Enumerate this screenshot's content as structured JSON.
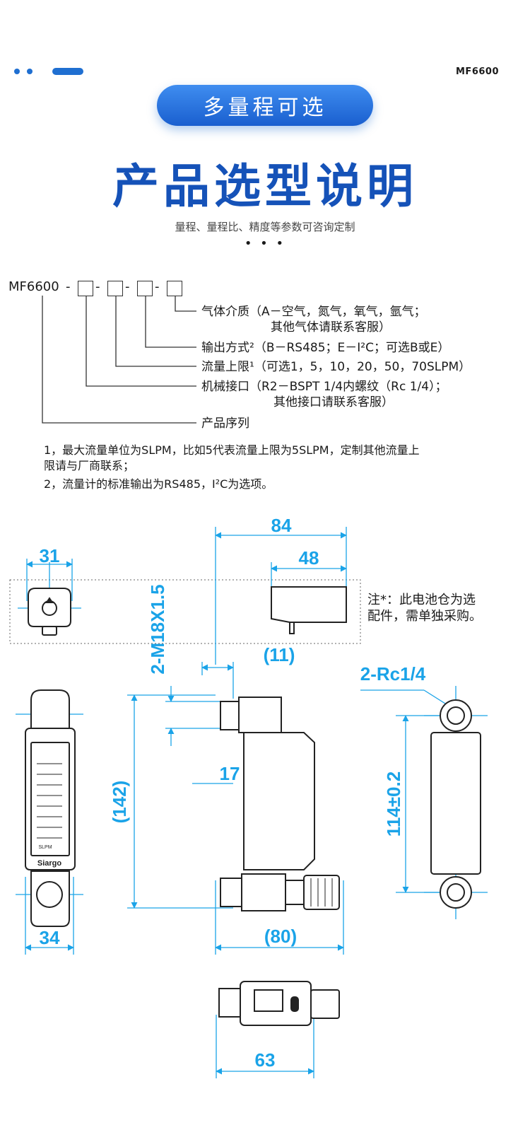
{
  "header": {
    "model_tag": "MF6600"
  },
  "capsule": {
    "label": "多量程可选"
  },
  "title": {
    "main": "产品选型说明",
    "subtitle": "量程、量程比、精度等参数可咨询定制"
  },
  "code": {
    "prefix": "MF6600",
    "options": [
      {
        "line1": "气体介质（A－空气，氮气，氧气，氩气；",
        "line2": "其他气体请联系客服）"
      },
      {
        "line1": "输出方式²（B－RS485；E－I²C；可选B或E）"
      },
      {
        "line1": "流量上限¹（可选1，5，10，20，50，70SLPM）"
      },
      {
        "line1": "机械接口（R2－BSPT 1/4内螺纹（Rc 1/4）；",
        "line2": "其他接口请联系客服）"
      },
      {
        "line1": "产品序列"
      }
    ]
  },
  "notes": [
    {
      "line1": "1，最大流量单位为SLPM，比如5代表流量上限为5SLPM，定制其他流量上",
      "line2": "限请与厂商联系；"
    },
    {
      "line1": "2，流量计的标准输出为RS485，I²C为选项。"
    }
  ],
  "drawing": {
    "dimensions": {
      "d31": "31",
      "d84": "84",
      "d48": "48",
      "d11": "(11)",
      "thread": "2-M18X1.5",
      "d17": "17",
      "d142": "(142)",
      "d34": "34",
      "d80": "(80)",
      "port": "2-Rc1/4",
      "d114": "114±0.2",
      "d63": "63"
    },
    "battery_note": {
      "line1": "注*：此电池仓为选",
      "line2": "配件，需单独采购。"
    },
    "device_text": {
      "brand": "Siargo",
      "unit": "SLPM"
    }
  },
  "colors": {
    "accent": "#1f6fd1",
    "title": "#1552b8",
    "dimension": "#1aa3e8",
    "line": "#222222"
  }
}
